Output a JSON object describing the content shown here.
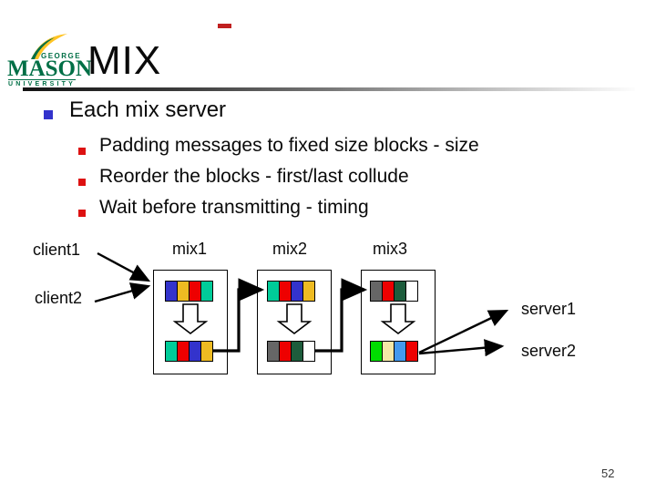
{
  "slide": {
    "page_number": "52"
  },
  "decor": {
    "dash_color": "#c02020"
  },
  "logo": {
    "george": "GEORGE",
    "mason": "MASON",
    "university": "UNIVERSITY",
    "green": "#006f46",
    "gold": "#ffc425"
  },
  "header": {
    "title": "MIX"
  },
  "content": {
    "bullet": "Each mix server",
    "sub_bullets": [
      "Padding messages to fixed size blocks - size",
      "Reorder the blocks - first/last collude",
      "Wait before transmitting - timing"
    ]
  },
  "diagram": {
    "client_labels": [
      "client1",
      "client2"
    ],
    "server_labels": [
      "server1",
      "server2"
    ],
    "palette": {
      "blue": "#3333cc",
      "gold": "#eebb22",
      "red": "#ee0000",
      "teal": "#00cc99",
      "gray": "#666666",
      "darkgreen": "#1d5c3c",
      "white": "#ffffff",
      "green": "#00dd00",
      "paleyellow": "#f6e8a6",
      "lightblue": "#4499ee"
    },
    "mixes": [
      {
        "label": "mix1",
        "top": [
          "blue",
          "gold",
          "red",
          "teal"
        ],
        "bottom": [
          "teal",
          "red",
          "blue",
          "gold"
        ]
      },
      {
        "label": "mix2",
        "top": [
          "teal",
          "red",
          "blue",
          "gold"
        ],
        "bottom": [
          "gray",
          "red",
          "darkgreen",
          "white"
        ]
      },
      {
        "label": "mix3",
        "top": [
          "gray",
          "red",
          "darkgreen",
          "white"
        ],
        "bottom": [
          "green",
          "paleyellow",
          "lightblue",
          "red"
        ]
      }
    ]
  }
}
